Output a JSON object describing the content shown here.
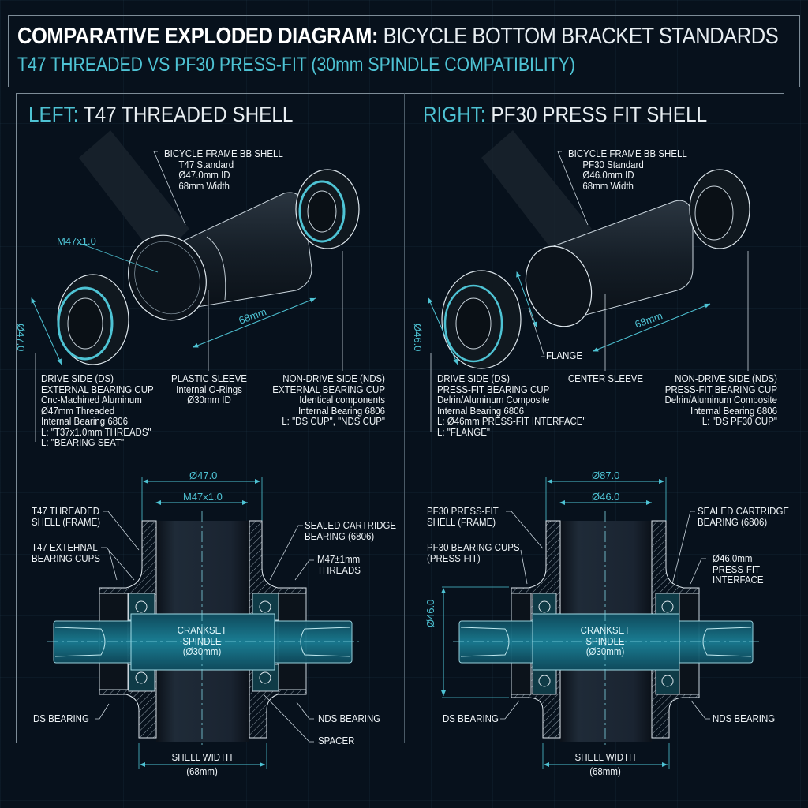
{
  "header": {
    "title_bold": "COMPARATIVE EXPLODED DIAGRAM:",
    "title_rest": " BICYCLE BOTTOM BRACKET STANDARDS",
    "subtitle": "T47 THREADED VS PF30 PRESS-FIT (30mm SPINDLE COMPATIBILITY)"
  },
  "colors": {
    "background": "#07111c",
    "accent": "#4ec3d4",
    "line": "#dfe8ee",
    "frame": "#7d8c97"
  },
  "left": {
    "section_prefix": "LEFT:",
    "section_title": " T47 THREADED SHELL",
    "exploded": {
      "shell_label": [
        "BICYCLE FRAME BB SHELL",
        "T47 Standard",
        "Ø47.0mm ID",
        "68mm Width"
      ],
      "thread_dim": "M47x1.0",
      "diameter_dim": "Ø47.0",
      "length_dim": "68mm",
      "ds_label": [
        "DRIVE SIDE (DS)",
        "EXTERNAL BEARING CUP",
        "Cnc-Machined Aluminum",
        "Ø47mm Threaded",
        "Internal Bearing 6806",
        "L: \"T37x1.0mm THREADS\"",
        "L: \"BEARING SEAT\""
      ],
      "sleeve_label": [
        "PLASTIC SLEEVE",
        "Internal O-Rings",
        "Ø30mm ID"
      ],
      "nds_label": [
        "NON-DRIVE SIDE (NDS)",
        "EXTERNAL BEARING CUP",
        "Identical components",
        "Internal Bearing 6806",
        "L: \"DS CUP\", \"NDS CUP\""
      ]
    },
    "section": {
      "outer_dim": "Ø47.0",
      "inner_dim": "M47x1.0",
      "shell_callout": [
        "T47 THREADED",
        "SHELL (FRAME)"
      ],
      "cups_callout": [
        "T47 EXTEHNAL",
        "BEARING CUPS"
      ],
      "bearing_callout": [
        "SEALED CARTRIDGE",
        "BEARING (6806)"
      ],
      "threads_callout": [
        "M47±1mm",
        "THREADS"
      ],
      "spindle_label": [
        "CRANKSET",
        "SPINDLE",
        "(Ø30mm)"
      ],
      "ds_bearing": "DS BEARING",
      "nds_bearing": "NDS BEARING",
      "spacer": "SPACER",
      "width_label": [
        "SHELL WIDTH",
        "(68mm)"
      ]
    }
  },
  "right": {
    "section_prefix": "RIGHT:",
    "section_title": " PF30 PRESS FIT SHELL",
    "exploded": {
      "shell_label": [
        "BICYCLE FRAME BB SHELL",
        "PF30 Standard",
        "Ø46.0mm ID",
        "68mm Width"
      ],
      "diameter_dim": "Ø46.0",
      "length_dim": "68mm",
      "flange": "FLANGE",
      "ds_label": [
        "DRIVE SIDE (DS)",
        "PRESS-FIT BEARING CUP",
        "Delrin/Aluminum Composite",
        "Internal Bearing 6806",
        "L: Ø46mm PRESS-FIT INTERFACE\"",
        "L: \"FLANGE\""
      ],
      "sleeve_label": [
        "CENTER SLEEVE"
      ],
      "nds_label": [
        "NON-DRIVE SIDE (NDS)",
        "PRESS-FIT BEARING CUP",
        "Delrin/Aluminum Composite",
        "Internal Bearing 6806",
        "L: \"DS PF30 CUP\""
      ]
    },
    "section": {
      "outer_dim": "Ø87.0",
      "inner_dim": "Ø46.0",
      "height_dim": "Ø46.0",
      "shell_callout": [
        "PF30 PRESS-FIT",
        "SHELL (FRAME)"
      ],
      "cups_callout": [
        "PF30 BEARING CUPS",
        "(PRESS-FIT)"
      ],
      "bearing_callout": [
        "SEALED CARTRIDGE",
        "BEARING (6806)"
      ],
      "interface_callout": [
        "Ø46.0mm",
        "PRESS-FIT",
        "INTERFACE"
      ],
      "spindle_label": [
        "CRANKSET",
        "SPINDLE",
        "(Ø30mm)"
      ],
      "ds_bearing": "DS BEARING",
      "nds_bearing": "NDS BEARING",
      "width_label": [
        "SHELL WIDTH",
        "(68mm)"
      ]
    }
  }
}
